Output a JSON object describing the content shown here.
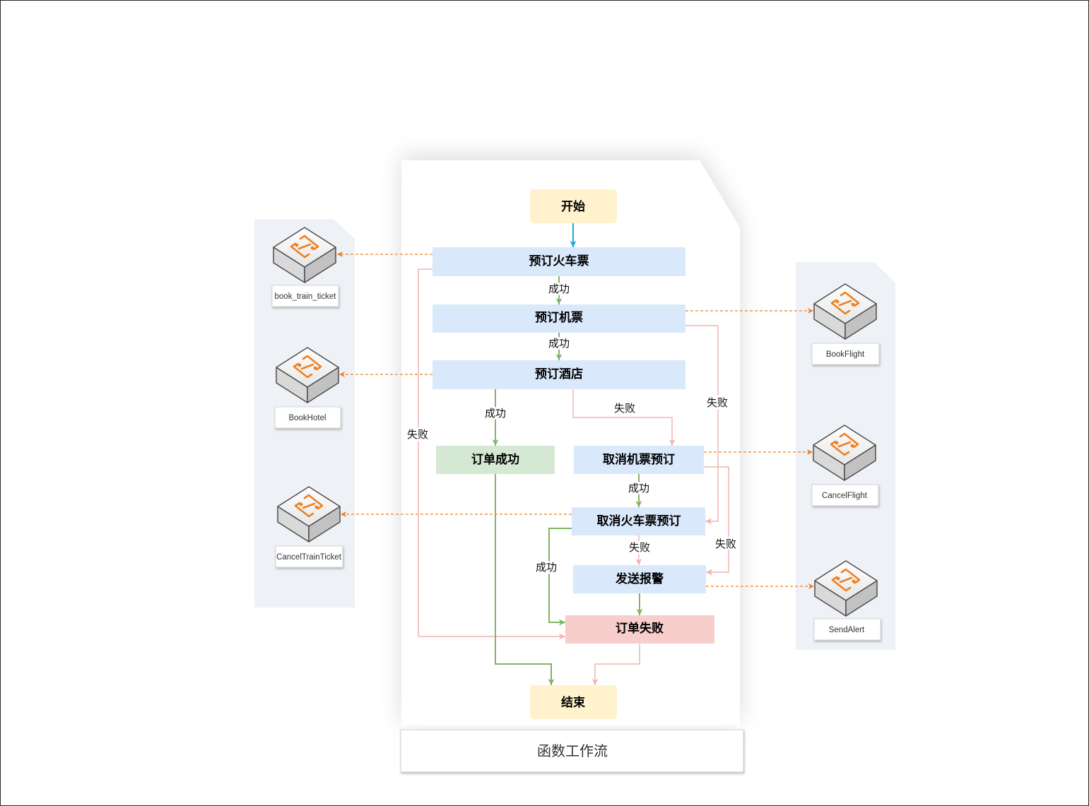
{
  "diagram": {
    "title": "函数工作流",
    "nodes": {
      "start": "开始",
      "book_train": "预订火车票",
      "book_flight": "预订机票",
      "book_hotel": "预订酒店",
      "order_success": "订单成功",
      "cancel_flight": "取消机票预订",
      "cancel_train": "取消火车票预订",
      "send_alert": "发送报警",
      "order_failed": "订单失败",
      "end": "结束"
    },
    "edge_labels": [
      "成功",
      "成功",
      "成功",
      "失败",
      "失败",
      "失败",
      "成功",
      "失败",
      "失败",
      "成功"
    ],
    "functions": [
      "book_train_ticket",
      "BookHotel",
      "CancelTrainTicket",
      "BookFlight",
      "CancelFlight",
      "SendAlert"
    ]
  },
  "colors": {
    "terminal_fill": "#fff2cc",
    "task_fill": "#dae8fc",
    "success_fill": "#d5e8d4",
    "failure_fill": "#f8cecc",
    "success_edge": "#82b366",
    "failure_edge": "#f2b3b1",
    "start_edge": "#11a9e0",
    "invoke_edge": "#f0801f",
    "function_panel": "#eef2f6",
    "logo": "#f0801f"
  },
  "icons": {
    "function": "function-compute-cube-icon"
  }
}
